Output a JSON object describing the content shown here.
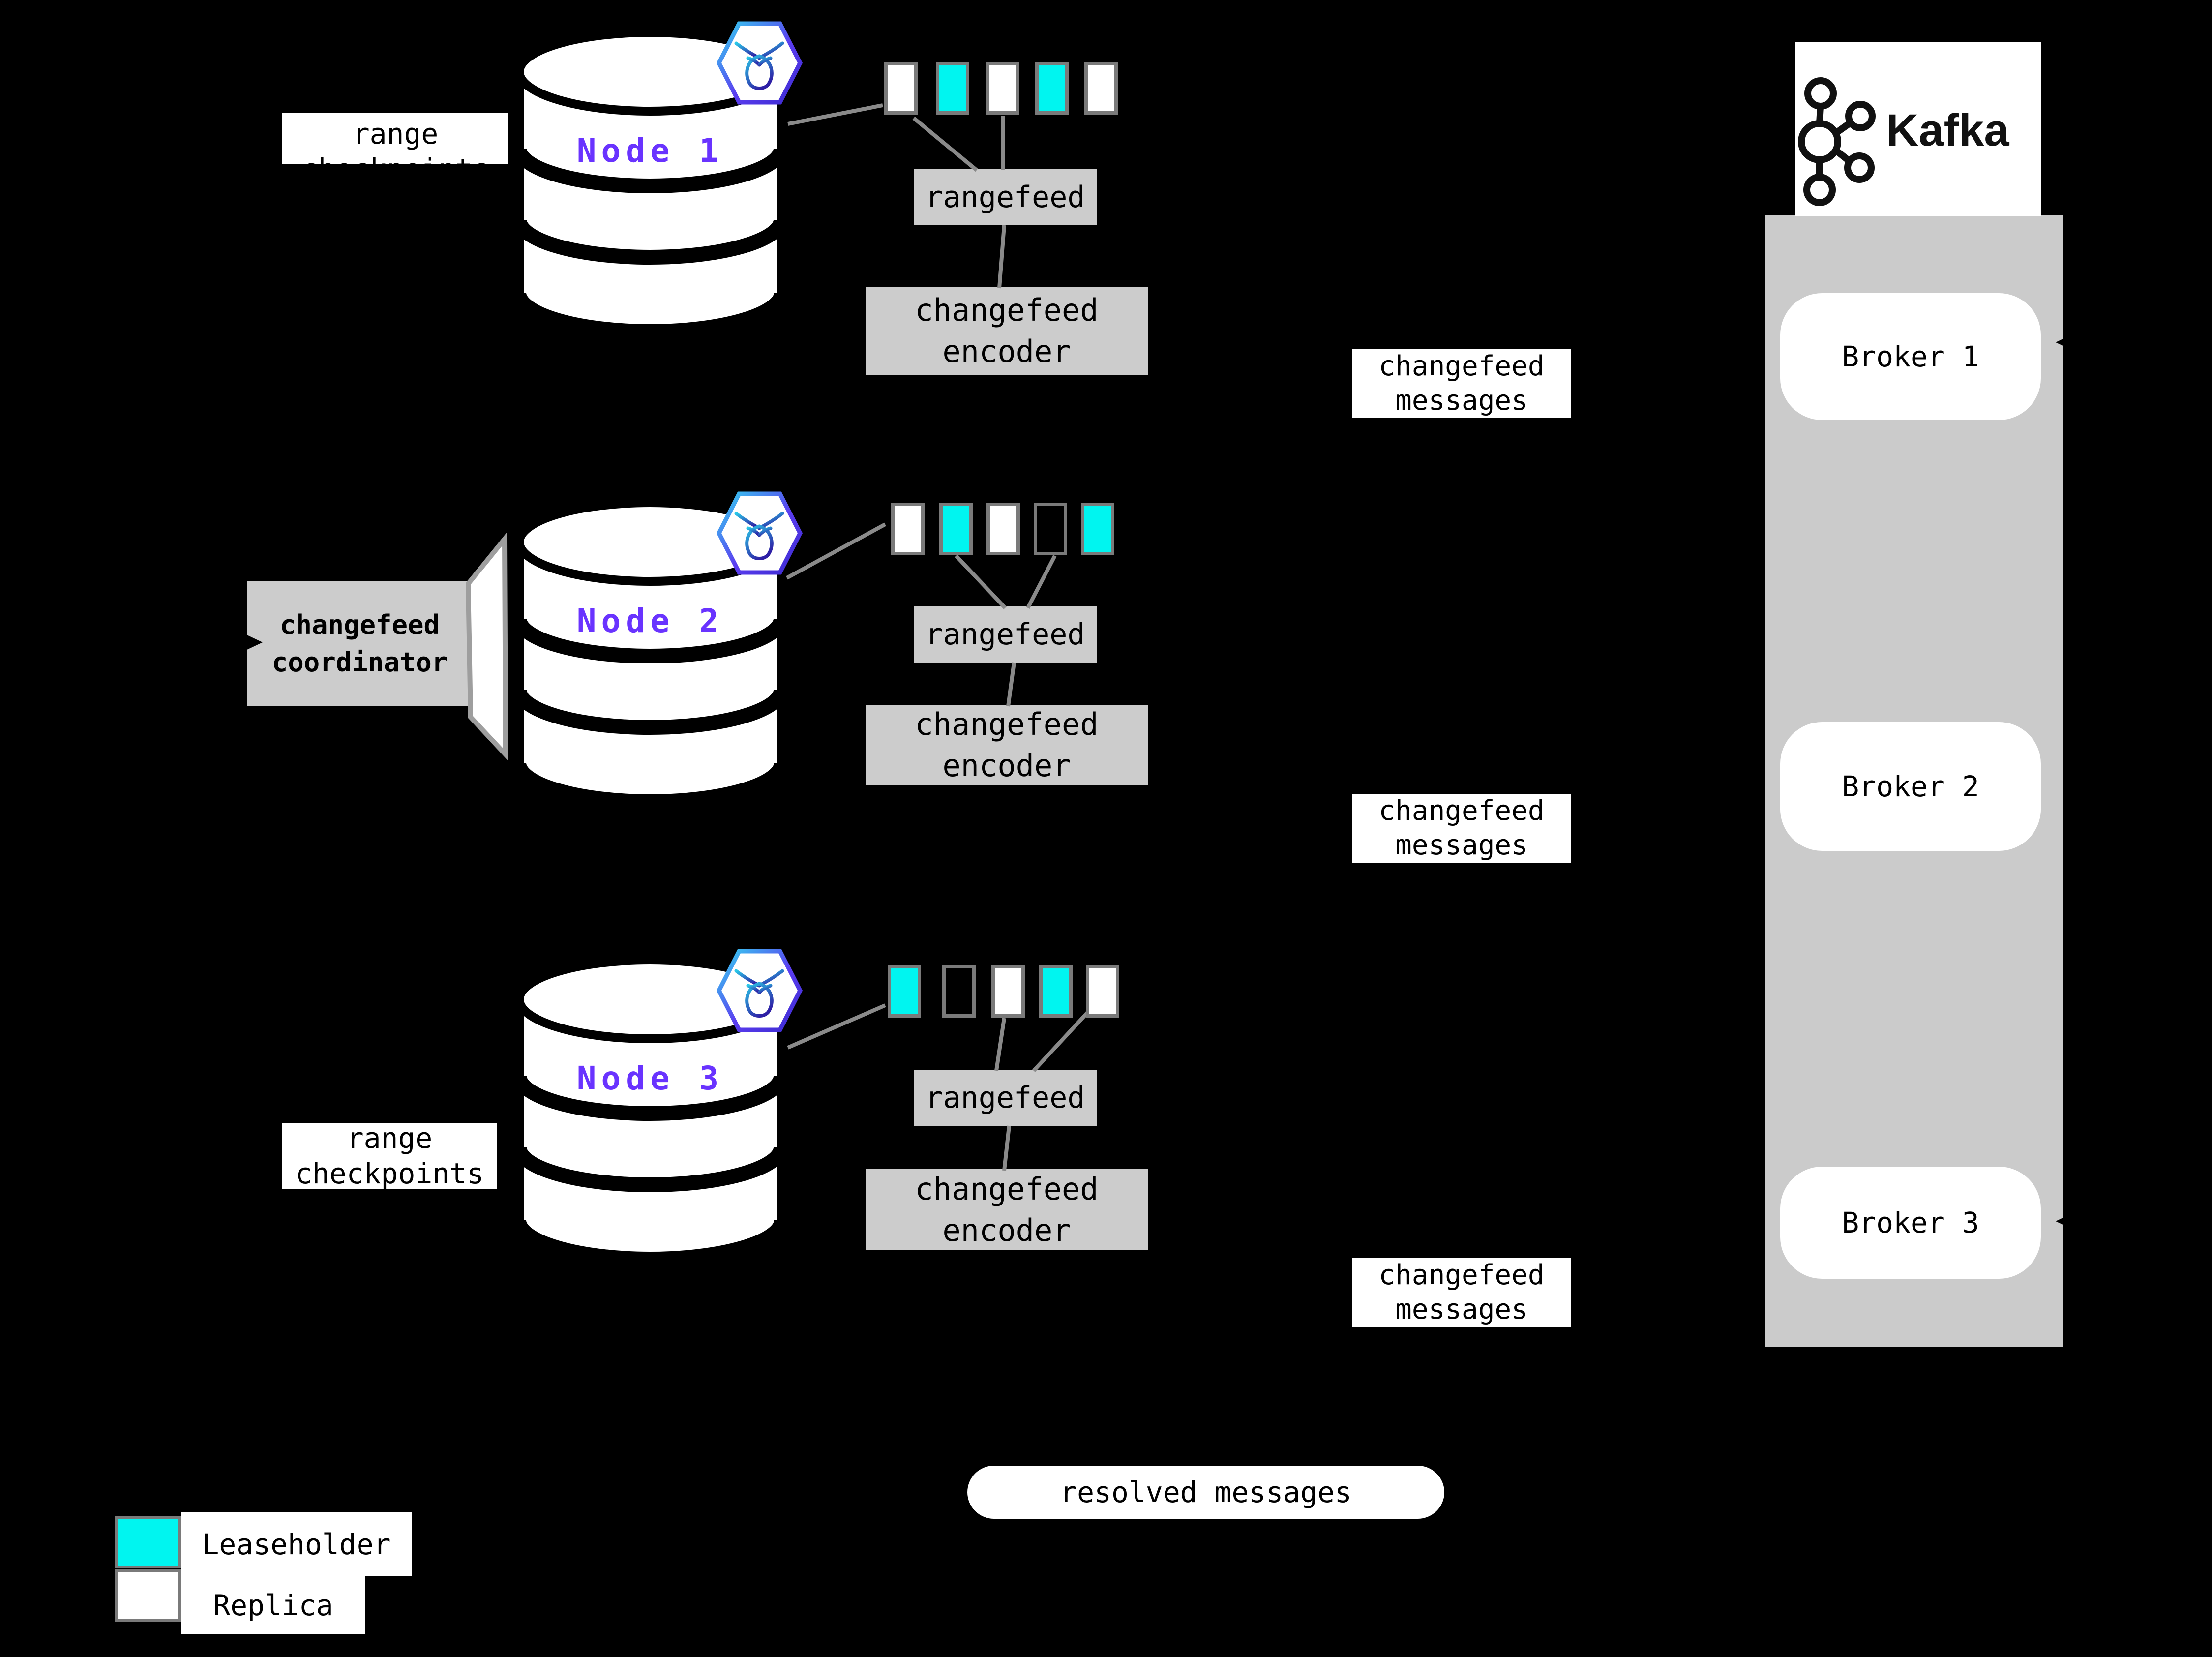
{
  "colors": {
    "background": "#000000",
    "leaseholder": "#00F5F0",
    "replica": "#FFFFFF",
    "empty": "transparent",
    "panel_gray": "#CBCBCB",
    "box_gray": "#CCCCCC",
    "line_gray": "#8A8A8A",
    "node_label_purple": "#6933FF",
    "square_border": "#7A7A7A"
  },
  "nodes": [
    {
      "label": "Node 1",
      "rangefeed": "rangefeed",
      "encoder": [
        "changefeed",
        "encoder"
      ],
      "ranges": [
        "replica",
        "leaseholder",
        "replica",
        "leaseholder",
        "replica"
      ]
    },
    {
      "label": "Node 2",
      "rangefeed": "rangefeed",
      "encoder": [
        "changefeed",
        "encoder"
      ],
      "ranges": [
        "replica",
        "leaseholder",
        "replica",
        "empty",
        "leaseholder"
      ]
    },
    {
      "label": "Node 3",
      "rangefeed": "rangefeed",
      "encoder": [
        "changefeed",
        "encoder"
      ],
      "ranges": [
        "leaseholder",
        "empty",
        "replica",
        "leaseholder",
        "replica"
      ]
    }
  ],
  "annotations": {
    "checkpoints_top": [
      "range",
      "checkpoints"
    ],
    "checkpoints_bottom": [
      "range",
      "checkpoints"
    ],
    "coordinator": [
      "changefeed",
      "coordinator"
    ],
    "messages": [
      [
        "changefeed",
        "messages"
      ],
      [
        "changefeed",
        "messages"
      ],
      [
        "changefeed",
        "messages"
      ]
    ],
    "resolved": "resolved messages"
  },
  "kafka": {
    "label": "Kafka",
    "brokers": [
      "Broker 1",
      "Broker 2",
      "Broker 3"
    ]
  },
  "legend": {
    "leaseholder": "Leaseholder",
    "replica": "Replica"
  }
}
